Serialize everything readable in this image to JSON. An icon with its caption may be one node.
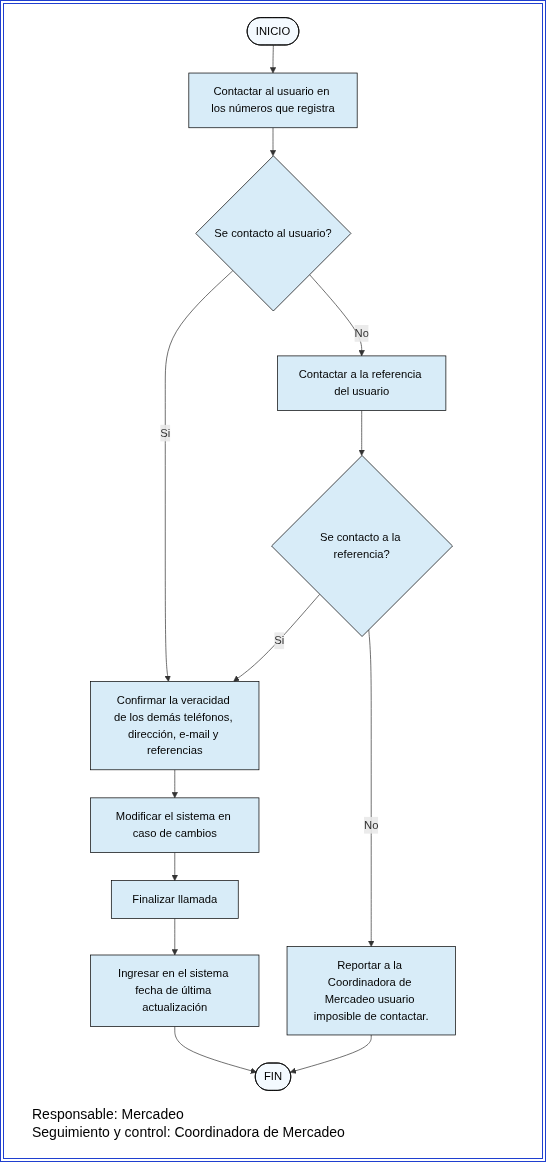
{
  "diagram": {
    "nodes": [
      {
        "text": [
          "INICIO"
        ]
      },
      {
        "text": [
          "Contactar al usuario en los números que registra"
        ]
      },
      {
        "text": [
          "Se contacto al usuario?"
        ]
      },
      {
        "text": [
          "Contactar a la referencia del usuario"
        ]
      },
      {
        "text": [
          "Confirmar la veracidad de los demás teléfonos, dirección, e-mail y referencias"
        ]
      },
      {
        "text": [
          "Se contacto a la referencia?"
        ]
      },
      {
        "text": [
          "Modificar el sistema en caso de cambios"
        ]
      },
      {
        "text": [
          "Finalizar llamada"
        ]
      },
      {
        "text": [
          "Ingresar en el sistema fecha de última actualización"
        ]
      },
      {
        "text": [
          "Reportar a la Coordinadora de Mercadeo usuario imposible de contactar."
        ]
      },
      {
        "text": [
          "FIN"
        ]
      }
    ],
    "edges": [
      {
        "from": 0,
        "to": 1,
        "arrow": "to"
      },
      {
        "from": 1,
        "to": 2,
        "arrow": "to"
      },
      {
        "from": 2,
        "to": 3,
        "arrow": "to",
        "label": "No"
      },
      {
        "from": 2,
        "to": 4,
        "arrow": "to",
        "label": "Si"
      },
      {
        "from": 3,
        "to": 5,
        "arrow": "to"
      },
      {
        "from": 5,
        "to": 4,
        "arrow": "to",
        "label": "Si"
      },
      {
        "from": 4,
        "to": 6,
        "arrow": "to"
      },
      {
        "from": 6,
        "to": 7,
        "arrow": "to"
      },
      {
        "from": 7,
        "to": 8,
        "arrow": "to"
      },
      {
        "from": 5,
        "to": 9,
        "arrow": "to",
        "label": "No"
      },
      {
        "from": 8,
        "to": 10,
        "arrow": "to"
      },
      {
        "from": 9,
        "to": 10,
        "arrow": "to"
      }
    ],
    "labels": [
      "Responsable: Mercadeo",
      "Seguimiento y control: Coordinadora de Mercadeo"
    ]
  }
}
